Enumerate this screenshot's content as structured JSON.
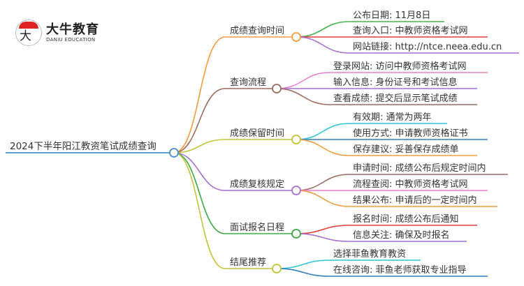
{
  "logo": {
    "mark": "大牛",
    "name_cn": "大牛教育",
    "name_en": "DANIU EDUCATION"
  },
  "root": {
    "label": "2024下半年阳江教资笔试成绩查询",
    "color": "#4a8ec9"
  },
  "branches": [
    {
      "label": "成绩查询时间",
      "color": "#f59a3c",
      "children": [
        {
          "label": "公布日期: 11月8日",
          "color": "#4caf50"
        },
        {
          "label": "查询入口: 中教师资格考试网",
          "color": "#e53935"
        },
        {
          "label": "网站链接: http://ntce.neea.edu.cn",
          "color": "#a66fd0"
        }
      ]
    },
    {
      "label": "查询流程",
      "color": "#9c6b5e",
      "children": [
        {
          "label": "登录网站: 访问中教师资格考试网",
          "color": "#ec7fcf"
        },
        {
          "label": "输入信息: 身份证号和考试信息",
          "color": "#a66fd0"
        },
        {
          "label": "查看成绩: 提交后显示笔试成绩",
          "color": "#9c6b5e"
        }
      ]
    },
    {
      "label": "成绩保留时间",
      "color": "#c2c23a",
      "children": [
        {
          "label": "有效期: 通常为两年",
          "color": "#2ec4d8"
        },
        {
          "label": "使用方式: 申请教师资格证书",
          "color": "#2f7fc1"
        },
        {
          "label": "保存建议: 妥善保存成绩单",
          "color": "#f59a3c"
        }
      ]
    },
    {
      "label": "成绩复核规定",
      "color": "#a66fd0",
      "children": [
        {
          "label": "申请时间: 成绩公布后规定时间内",
          "color": "#9c6b5e"
        },
        {
          "label": "流程查阅: 中教师资格考试网",
          "color": "#ec7fcf"
        },
        {
          "label": "结果公布: 申请后的一定时间内",
          "color": "#f59a3c"
        }
      ]
    },
    {
      "label": "面试报名日程",
      "color": "#3aa845",
      "children": [
        {
          "label": "报名时间: 成绩公布后通知",
          "color": "#e53935"
        },
        {
          "label": "信息关注: 确保及时报名",
          "color": "#a66fd0"
        }
      ]
    },
    {
      "label": "结尾推荐",
      "color": "#c2c23a",
      "children": [
        {
          "label": "选择菲鱼教育教资",
          "color": "#2ec4d8"
        },
        {
          "label": "在线咨询: 菲鱼老师获取专业指导",
          "color": "#2f7fc1"
        }
      ]
    }
  ]
}
